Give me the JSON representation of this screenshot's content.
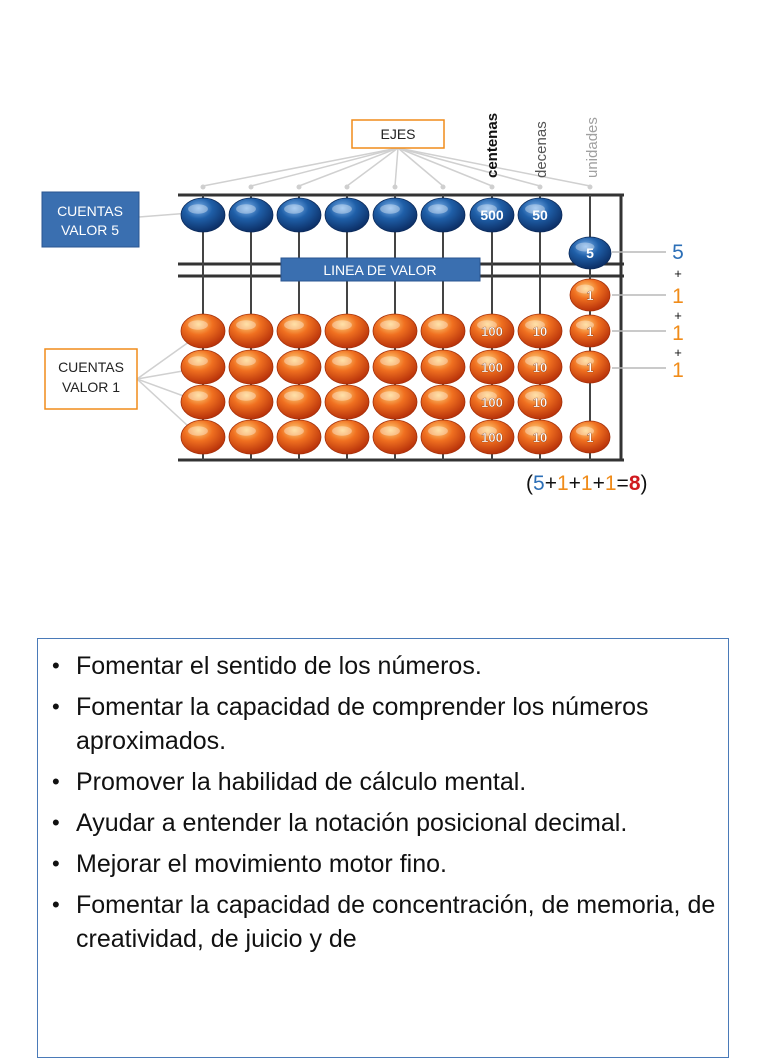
{
  "diagram": {
    "ejes_label": "EJES",
    "cuentas5_label": [
      "CUENTAS",
      "VALOR 5"
    ],
    "cuentas1_label": [
      "CUENTAS",
      "VALOR 1"
    ],
    "linea_label": "LINEA DE VALOR",
    "columns": [
      "centenas",
      "decenas",
      "unidades"
    ],
    "upper_bead_labels": [
      "500",
      "50",
      "5"
    ],
    "lower_bead_labels": [
      "100",
      "10",
      "1"
    ],
    "right_values": [
      "5",
      "+",
      "1",
      "+",
      "1",
      "+",
      "1"
    ],
    "sum": {
      "open": "(",
      "parts": [
        {
          "text": "5",
          "color": "#2c6fb7"
        },
        {
          "text": "+",
          "color": "#111111"
        },
        {
          "text": "1",
          "color": "#f08c1a"
        },
        {
          "text": "+",
          "color": "#111111"
        },
        {
          "text": "1",
          "color": "#f08c1a"
        },
        {
          "text": "+",
          "color": "#111111"
        },
        {
          "text": "1",
          "color": "#f08c1a"
        },
        {
          "text": "=",
          "color": "#111111"
        },
        {
          "text": "8",
          "color": "#d0191f"
        }
      ],
      "close": ")"
    },
    "colors": {
      "blue_bead": "#1f5fa8",
      "orange_bead": "#e8561a",
      "box_blue": "#3a6fb0",
      "box_orange_border": "#f08c1a",
      "unidades_text": "#a0a0a0"
    }
  },
  "bullets": [
    "Fomentar el sentido de los números.",
    "Fomentar la capacidad de comprender los números aproximados.",
    " Promover la habilidad de cálculo mental.",
    "Ayudar a entender la notación posicional decimal.",
    "Mejorar el movimiento motor fino.",
    " Fomentar la capacidad de concentración, de memoria, de creatividad, de juicio y de"
  ]
}
